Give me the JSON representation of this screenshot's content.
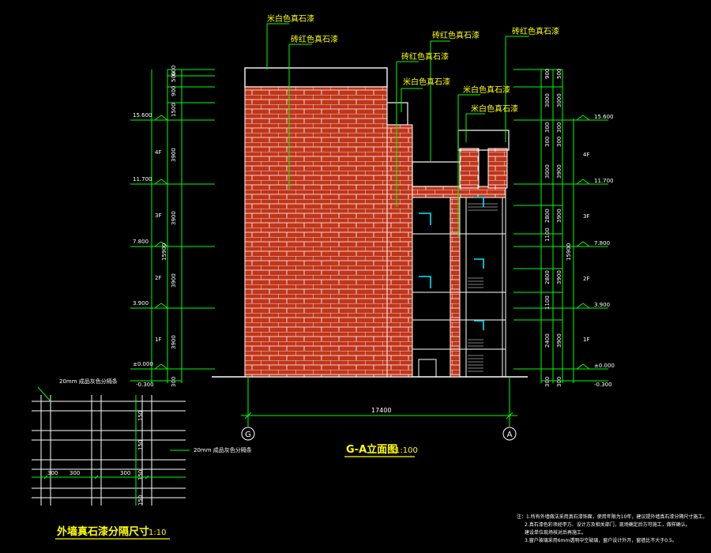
{
  "labels": {
    "rice_white_1": "米白色真石漆",
    "brick_red_1": "砖红色真石漆",
    "brick_red_2": "砖红色真石漆",
    "brick_red_3": "砖红色真石漆",
    "brick_red_4": "砖红色真石漆",
    "rice_white_2": "米白色真石漆",
    "rice_white_3": "米白色真石漆",
    "rice_white_4": "米白色真石漆"
  },
  "left_levels": {
    "l15": "15.600",
    "l11": "11.700",
    "l7": "7.800",
    "l3": "3.900",
    "l0": "±0.000",
    "lm": "-0.300",
    "f4": "4F",
    "f3": "3F",
    "f2": "2F",
    "f1": "1F",
    "d1": "3900",
    "d2": "3900",
    "d3": "3900",
    "d4": "3900",
    "total": "15900",
    "d300": "300",
    "t1": "500",
    "t2": "600",
    "t3": "900",
    "t4": "1500"
  },
  "right_levels": {
    "l15": "15.600",
    "l11": "11.700",
    "l7": "7.800",
    "l3": "3.900",
    "l0": "±0.000",
    "lm": "-0.300",
    "f4": "4F",
    "f3": "3F",
    "f2": "2F",
    "f1": "1F",
    "total": "15900",
    "d300": "300",
    "r1": "900",
    "r2": "500",
    "r3": "3000",
    "r4": "300",
    "r5": "300",
    "r6": "3000",
    "r7": "2800",
    "r8": "1100",
    "r9": "2800",
    "r10": "1100",
    "r11": "2400",
    "c1": "300",
    "c2": "300",
    "c3": "3000",
    "c4": "3900",
    "c5": "3900",
    "c6": "3900",
    "c7": "3900",
    "c8": "300"
  },
  "axis": {
    "width": "17400",
    "g": "G",
    "a": "A"
  },
  "title": {
    "main": "G-A立面图",
    "scale": "1:100"
  },
  "detail": {
    "top_note": "20mm 成品灰色分隔条",
    "side_note": "20mm 成品灰色分隔条",
    "dim_a": "300",
    "dim_b": "300",
    "dim_c": "300",
    "v1": "150",
    "v2": "150",
    "v3": "150",
    "v4": "150",
    "title": "外墙真石漆分隔尺寸",
    "scale": "1:10"
  },
  "notes": {
    "n1": "注：1.所有外墙做法采用真石漆饰面，使用年限为10年，建议提外墙真石漆分隔尺寸施工。",
    "n2": "2.真石漆色彩须经甲方、设计方及相关部门，现场确定后方可施工，做样确认。",
    "n3": "建设单位现场核对后再施工。",
    "n4": "3.窗户玻璃采用6mm透明中空玻璃，窗户设计外开，窗墙比不大于0.5。"
  },
  "colors": {
    "brick": "#c0361b",
    "mortar": "#ffffff",
    "dim": "#00ff00",
    "accent": "#00e5ff"
  }
}
